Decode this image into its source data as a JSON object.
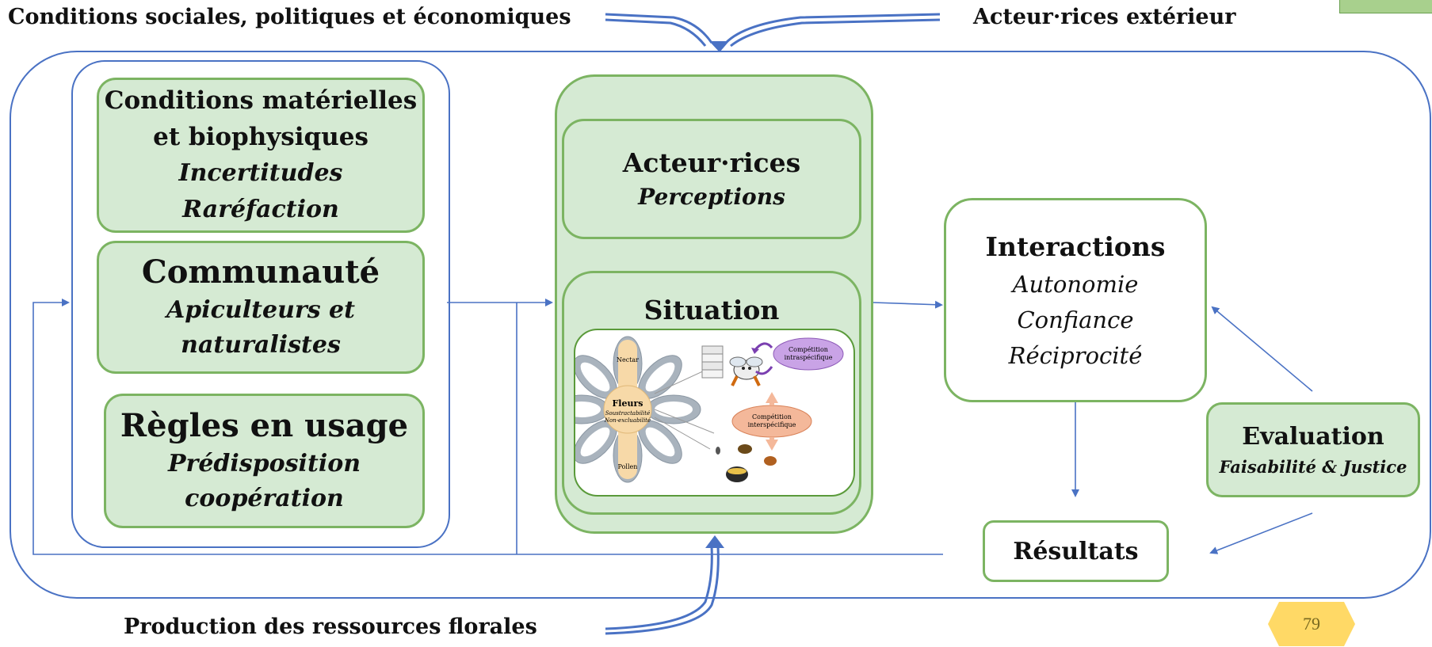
{
  "top_left_label": "Conditions sociales, politiques et économiques",
  "top_right_label": "Acteur·rices extérieur",
  "bottom_label": "Production des ressources florales",
  "page_number": "79",
  "left_boxes": {
    "material": {
      "title_line1": "Conditions matérielles",
      "title_line2": "et biophysiques",
      "sub1": "Incertitudes",
      "sub2": "Raréfaction"
    },
    "community": {
      "title": "Communauté",
      "sub1": "Apiculteurs et",
      "sub2": "naturalistes"
    },
    "rules": {
      "title": "Règles en usage",
      "sub1": "Prédisposition",
      "sub2": "coopération"
    }
  },
  "center": {
    "actors": {
      "title": "Acteur·rices",
      "sub": "Perceptions"
    },
    "situation": {
      "title": "Situation"
    },
    "figure": {
      "nectar": "Nectar",
      "pollen": "Pollen",
      "fleurs": "Fleurs",
      "soustractabilite": "Soustractabilité",
      "non_excluabilite": "Non-excluabilité",
      "intra_line1": "Compétition",
      "intra_line2": "intraspécifique",
      "inter_line1": "Compétition",
      "inter_line2": "interspécifique"
    }
  },
  "interactions": {
    "title": "Interactions",
    "items": [
      "Autonomie",
      "Confiance",
      "Réciprocité"
    ]
  },
  "evaluation": {
    "title": "Evaluation",
    "sub": "Faisabilité & Justice"
  },
  "results": {
    "title": "Résultats"
  },
  "colors": {
    "frame_blue": "#4a72c4",
    "box_green_fill": "#d5ead3",
    "box_green_border": "#7cb462",
    "page_num_fill": "#ffd966"
  }
}
